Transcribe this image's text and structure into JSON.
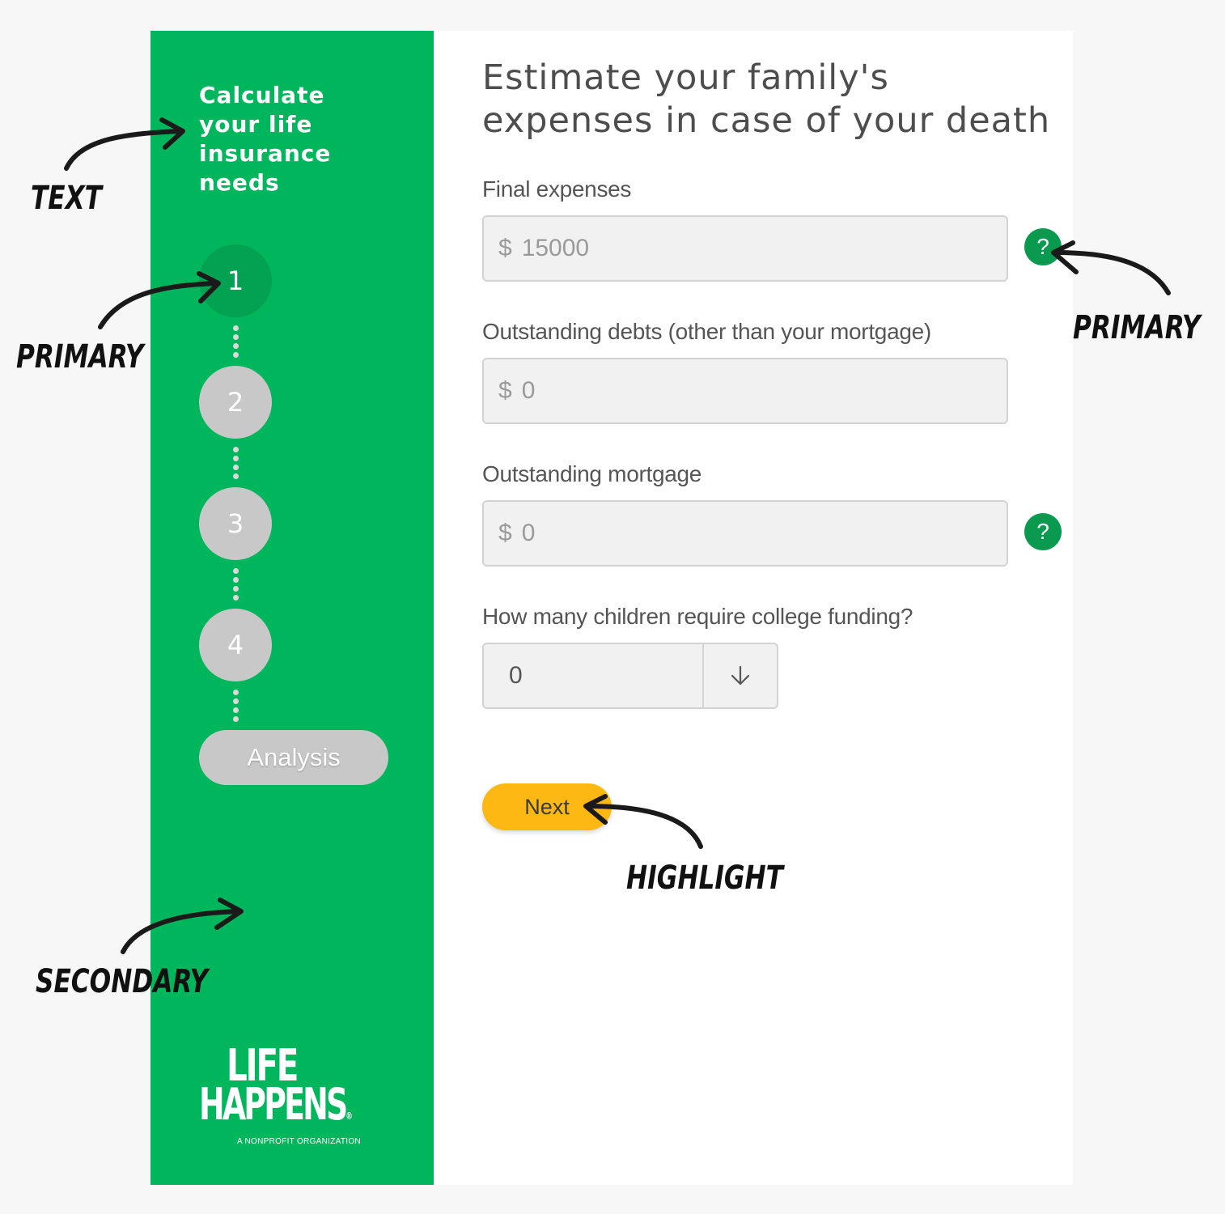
{
  "sidebar": {
    "title": "Calculate your life insurance needs",
    "steps": [
      "1",
      "2",
      "3",
      "4"
    ],
    "active_step": "1",
    "analysis_label": "Analysis",
    "logo": {
      "line1": "LIFE",
      "line2": "HAPPENS",
      "registered": "®",
      "tagline": "A NONPROFIT ORGANIZATION"
    }
  },
  "main": {
    "title": "Estimate your family's expenses in case of your death",
    "fields": [
      {
        "label": "Final expenses",
        "currency": "$",
        "value": "15000",
        "has_help": true
      },
      {
        "label": "Outstanding debts (other than your mortgage)",
        "currency": "$",
        "value": "0",
        "has_help": false
      },
      {
        "label": "Outstanding mortgage",
        "currency": "$",
        "value": "0",
        "has_help": true
      }
    ],
    "help_icon": "?",
    "children": {
      "label": "How many children require college funding?",
      "value": "0"
    },
    "next_label": "Next"
  },
  "annotations": {
    "text": "TEXT",
    "primary_left": "PRIMARY",
    "primary_right": "PRIMARY",
    "highlight": "HIGHLIGHT",
    "secondary": "SECONDARY"
  },
  "colors": {
    "sidebar_green": "#00b65d",
    "active_step": "#03a152",
    "help_green": "#0a9a4f",
    "inactive_step": "#c8c8c8",
    "next_yellow": "#fdb813"
  }
}
